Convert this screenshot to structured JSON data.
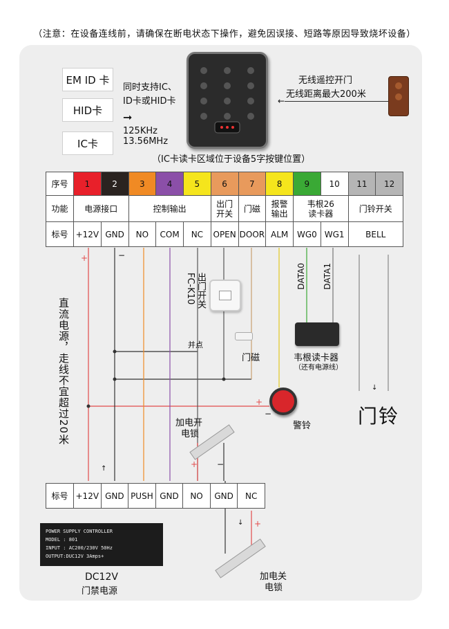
{
  "notice": "（注意：在设备连线前，请确保在断电状态下操作，避免因误接、短路等原因导致烧坏设备）",
  "card_types": [
    "EM ID 卡",
    "HID卡",
    "IC卡"
  ],
  "support_text": [
    "同时支持IC、",
    "ID卡或HID卡"
  ],
  "freq": [
    "125KHz",
    "13.56MHz"
  ],
  "read_area": "（IC卡读卡区域位于设备5字按键位置）",
  "remote_text": [
    "无线遥控开门",
    "无线距离最大200米"
  ],
  "top_table": {
    "row_labels": [
      "序号",
      "功能",
      "标号"
    ],
    "numbers": [
      "1",
      "2",
      "3",
      "4",
      "5",
      "6",
      "7",
      "8",
      "9",
      "10",
      "11",
      "12"
    ],
    "number_colors": [
      "#e8202a",
      "#2a2320",
      "#f08a24",
      "#8b4fa8",
      "#f5e51c",
      "#e89a5c",
      "#e89a5c",
      "#f5e51c",
      "#3aa935",
      "#ffffff",
      "#b5b5b5",
      "#b5b5b5"
    ],
    "functions": [
      {
        "label": "电源接口",
        "span": 2
      },
      {
        "label": "控制输出",
        "span": 3
      },
      {
        "label": "出门开关",
        "span": 1
      },
      {
        "label": "门磁",
        "span": 1
      },
      {
        "label": "报警输出",
        "span": 1
      },
      {
        "label": "韦根26读卡器",
        "span": 2
      },
      {
        "label": "门铃开关",
        "span": 2
      }
    ],
    "codes": [
      {
        "label": "+12V",
        "span": 1
      },
      {
        "label": "GND",
        "span": 1
      },
      {
        "label": "NO",
        "span": 1
      },
      {
        "label": "COM",
        "span": 1
      },
      {
        "label": "NC",
        "span": 1
      },
      {
        "label": "OPEN",
        "span": 1
      },
      {
        "label": "DOOR",
        "span": 1
      },
      {
        "label": "ALM",
        "span": 1
      },
      {
        "label": "WG0",
        "span": 1
      },
      {
        "label": "WG1",
        "span": 1
      },
      {
        "label": "BELL",
        "span": 2
      }
    ]
  },
  "exit_switch_label": [
    "FC-K10",
    "出门开关"
  ],
  "data_labels": [
    "DATA0",
    "DATA1"
  ],
  "junction_label": "并点",
  "door_sensor_label": "门磁",
  "reader_label": [
    "韦根读卡器",
    "（还有电源线）"
  ],
  "power_note": "直流电源，走线不宜超过20米",
  "alarm_label": "警铃",
  "doorbell_label": "门铃",
  "lock_on_label": [
    "加电开",
    "电锁"
  ],
  "lock_off_label": [
    "加电关",
    "电锁"
  ],
  "bottom_table": {
    "row_label": "标号",
    "codes": [
      "+12V",
      "GND",
      "PUSH",
      "GND",
      "NO",
      "GND",
      "NC"
    ]
  },
  "psu_plate": [
    "POWER SUPPLY CONTROLLER",
    "MODEL : 801",
    "INPUT    : AC200/230V   50Hz",
    "OUTPUT:DUC12V 3Amps+"
  ],
  "psu_label": [
    "DC12V",
    "门禁电源"
  ],
  "signs": {
    "plus": "+",
    "minus": "−"
  }
}
